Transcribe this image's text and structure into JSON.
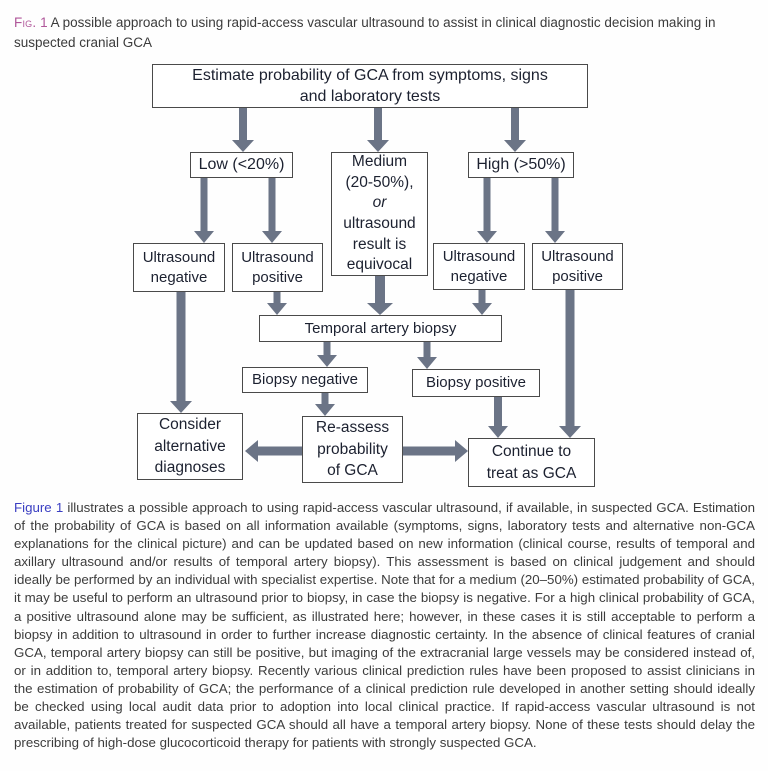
{
  "figure_caption": {
    "label": "Fig.",
    "number": "1",
    "text": "A possible approach to using rapid-access vascular ultrasound to assist in clinical diagnostic decision making in suspected cranial GCA"
  },
  "flowchart": {
    "arrow_color": "#6b7486",
    "boxes": {
      "estimate": "Estimate probability of GCA from symptoms, signs and laboratory tests",
      "low": "Low (<20%)",
      "medium": {
        "line1": "Medium",
        "line2": "(20-50%),",
        "or": "or",
        "line3": "ultrasound",
        "line4": "result is",
        "line5": "equivocal"
      },
      "high": "High (>50%)",
      "ultrasound_negative_low": "Ultrasound negative",
      "ultrasound_positive_low": "Ultrasound positive",
      "ultrasound_negative_high": "Ultrasound negative",
      "ultrasound_positive_high": "Ultrasound positive",
      "temporal_artery_biopsy": "Temporal artery biopsy",
      "biopsy_negative": "Biopsy negative",
      "biopsy_positive": "Biopsy positive",
      "consider_alternative": "Consider alternative diagnoses",
      "reassess": "Re-assess probability of GCA",
      "continue_treat": "Continue to treat as GCA"
    }
  },
  "description": {
    "lead": "Figure 1",
    "text": " illustrates a possible approach to using rapid-access vascular ultrasound, if available, in suspected GCA. Estimation of the probability of GCA is based on all information available (symptoms, signs, laboratory tests and alternative non-GCA explanations for the clinical picture) and can be updated based on new information (clinical course, results of temporal and axillary ultrasound and/or results of temporal artery biopsy). This assessment is based on clinical judgement and should ideally be performed by an individual with specialist expertise. Note that for a medium (20–50%) estimated probability of GCA, it may be useful to perform an ultrasound prior to biopsy, in case the biopsy is negative. For a high clinical probability of GCA, a positive ultrasound alone may be sufficient, as illustrated here; however, in these cases it is still acceptable to perform a biopsy in addition to ultrasound in order to further increase diagnostic certainty. In the absence of clinical features of cranial GCA, temporal artery biopsy can still be positive, but imaging of the extracranial large vessels may be considered instead of, or in addition to, temporal artery biopsy. Recently various clinical prediction rules have been proposed to assist clinicians in the estimation of probability of GCA; the performance of a clinical prediction rule developed in another setting should ideally be checked using local audit data prior to adoption into local clinical practice. If rapid-access vascular ultrasound is not available, patients treated for suspected GCA should all have a temporal artery biopsy. None of these tests should delay the prescribing of high-dose glucocorticoid therapy for patients with strongly suspected GCA."
  }
}
